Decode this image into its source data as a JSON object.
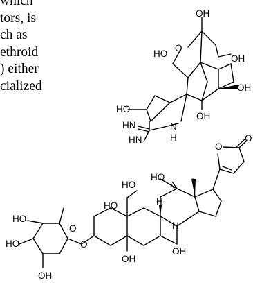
{
  "text_lines": [
    "which",
    "tors, is",
    "ch as",
    "ethroid",
    ") either",
    "cialized"
  ],
  "tetrodotoxin_labels": {
    "oh_top": "OH",
    "o_ring": "O",
    "ho_left": "HO",
    "oh_right": "OH",
    "ho_mid": "HO",
    "oh_bottom_right": "OH",
    "hn_1": "HN",
    "n": "N",
    "oh_bottom": "OH",
    "hn_2": "HN",
    "h": "H"
  },
  "cardenolide_labels": {
    "o_lactone": "O",
    "o_carbonyl": "O",
    "ho_11": "HO",
    "ho_19": "HO",
    "h_stereo": "H",
    "h_8": "H",
    "ho_1": "HO",
    "ho_sugar_4": "HO",
    "o_sugar_ring": "O",
    "ho_sugar_3": "HO",
    "o_glycoside": "O",
    "oh_14": "OH",
    "oh_5": "OH",
    "oh_sugar_2": "OH"
  }
}
